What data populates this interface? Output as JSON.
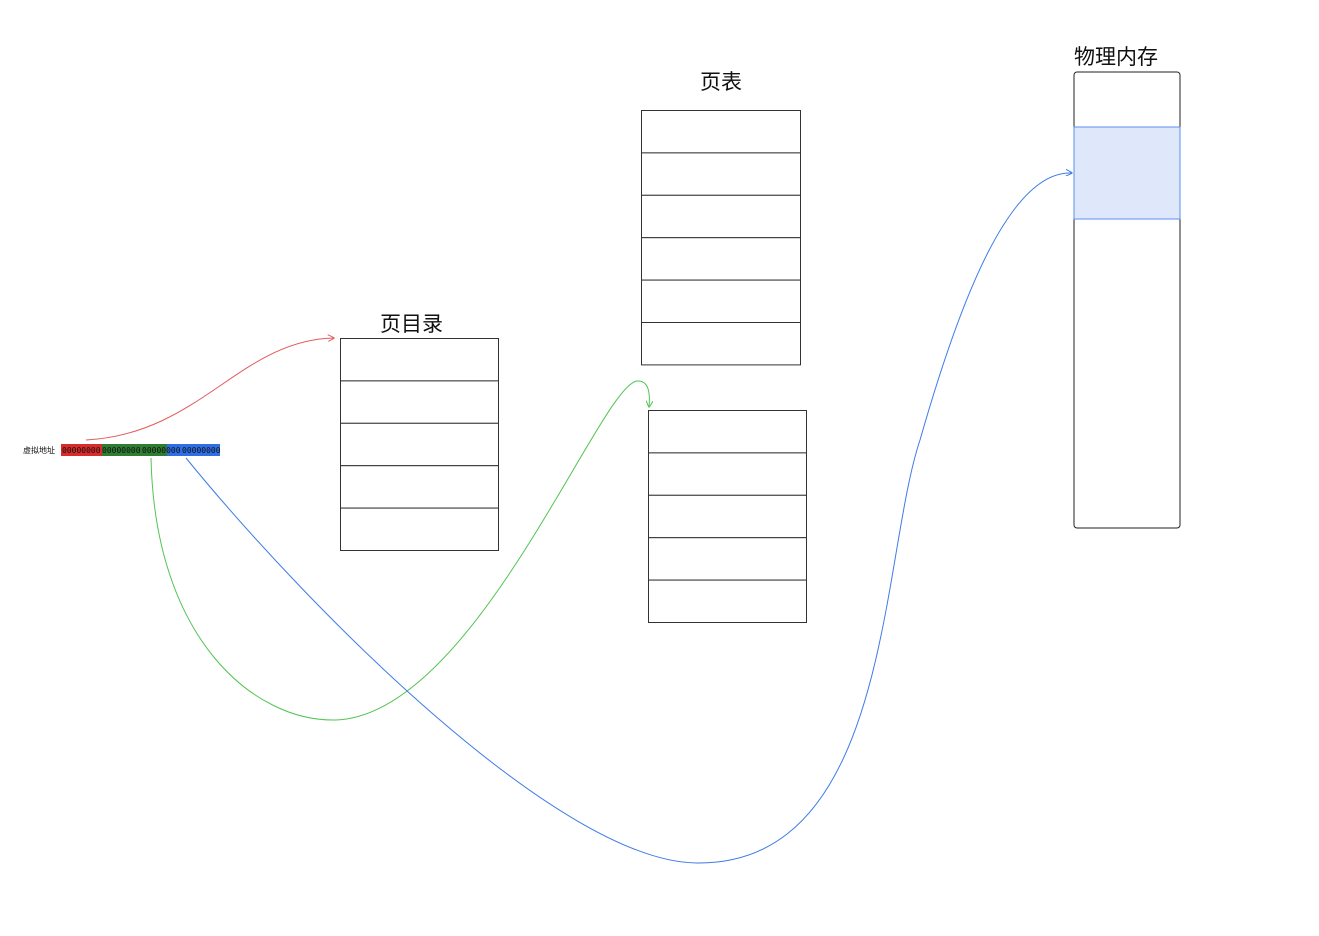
{
  "virtual_address": {
    "label": "虚拟地址",
    "segments": [
      {
        "bits": "00000000",
        "color": "#d92b2b"
      },
      {
        "bits": "00000000",
        "color": "#2e7d32"
      },
      {
        "bits": "00000000",
        "color": "#2e7d32"
      },
      {
        "bits": "00000000",
        "color": "#2f6fe6"
      }
    ]
  },
  "page_directory": {
    "title": "页目录",
    "rows": 5
  },
  "page_table": {
    "title": "页表",
    "upper_rows": 6,
    "lower_rows": 5
  },
  "physical_memory": {
    "title": "物理内存",
    "highlight_color": "#dfe8fb",
    "highlight_border": "#5b8ef0"
  },
  "arrows": {
    "directory_color": "#e35b5b",
    "table_color": "#52c452",
    "offset_color": "#3d7be8"
  }
}
